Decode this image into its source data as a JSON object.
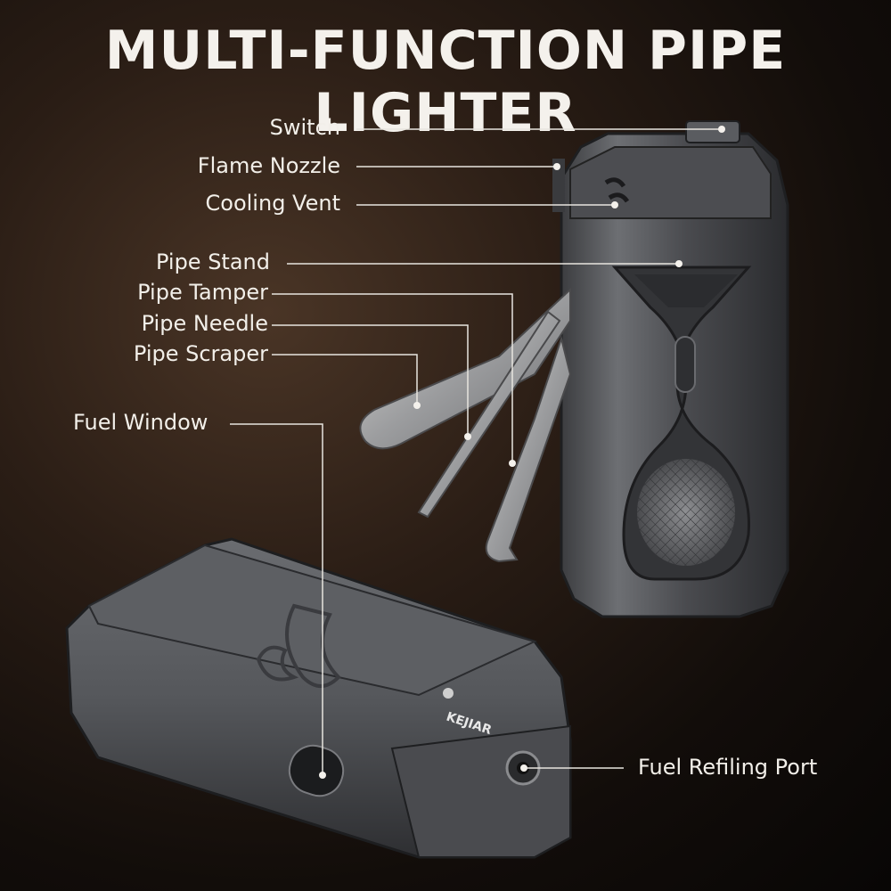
{
  "title": "MULTI-FUNCTION PIPE LIGHTER",
  "brand": "KEJIAR",
  "labels": {
    "switch": "Switch",
    "flame_nozzle": "Flame Nozzle",
    "cooling_vent": "Cooling Vent",
    "pipe_stand": "Pipe Stand",
    "pipe_tamper": "Pipe Tamper",
    "pipe_needle": "Pipe Needle",
    "pipe_scraper": "Pipe Scraper",
    "fuel_window": "Fuel Window",
    "fuel_refiling_port": "Fuel Refiling Port"
  }
}
